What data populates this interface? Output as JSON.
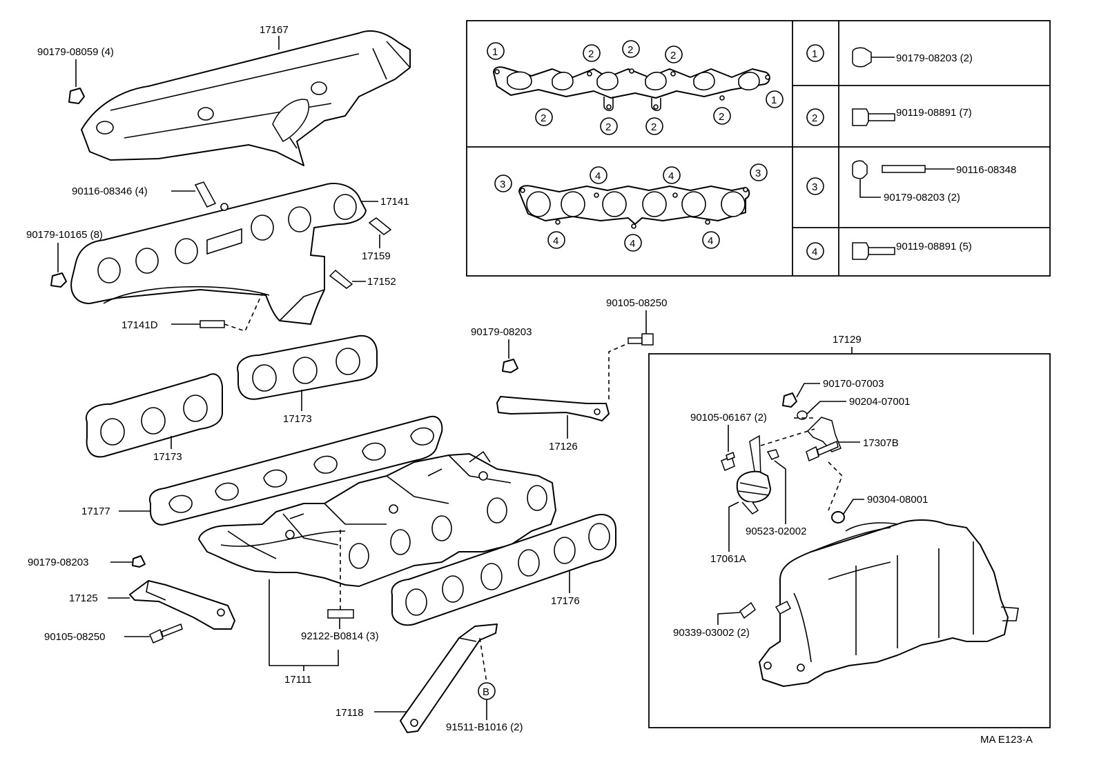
{
  "parts": {
    "p17167": "17167",
    "p90179_08059": "90179-08059 (4)",
    "p90116_08346": "90116-08346 (4)",
    "p17141": "17141",
    "p90179_10165": "90179-10165 (8)",
    "p17159": "17159",
    "p17152": "17152",
    "p17141D": "17141D",
    "p17173a": "17173",
    "p17173b": "17173",
    "p17177": "17177",
    "p90179_08203_left": "90179-08203",
    "p17125": "17125",
    "p90105_08250_left": "90105-08250",
    "p92122_B0814": "92122-B0814 (3)",
    "p17111": "17111",
    "p17176": "17176",
    "p17118": "17118",
    "p91511_B1016": "91511-B1016 (2)",
    "ref_B": "B",
    "p90179_08203_mid": "90179-08203",
    "p90105_08250_mid": "90105-08250",
    "p17126": "17126",
    "p17129": "17129",
    "p90170_07003": "90170-07003",
    "p90204_07001": "90204-07001",
    "p90105_06167": "90105-06167 (2)",
    "p17307B": "17307B",
    "p90304_08001": "90304-08001",
    "p90523_02002": "90523-02002",
    "p17061A": "17061A",
    "p90339_03002": "90339-03002 (2)"
  },
  "legend": {
    "rows": [
      {
        "key": "1",
        "parts": [
          "90179-08203 (2)"
        ]
      },
      {
        "key": "2",
        "parts": [
          "90119-08891 (7)"
        ]
      },
      {
        "key": "3",
        "parts": [
          "90116-08348",
          "90179-08203 (2)"
        ]
      },
      {
        "key": "4",
        "parts": [
          "90119-08891 (5)"
        ]
      }
    ]
  },
  "gasket_markers": {
    "upper": [
      "1",
      "2",
      "2",
      "2",
      "1",
      "2",
      "2",
      "2",
      "2"
    ],
    "lower": [
      "3",
      "4",
      "4",
      "3",
      "4",
      "4",
      "4"
    ]
  },
  "footer": {
    "code": "MA  E123·A"
  }
}
